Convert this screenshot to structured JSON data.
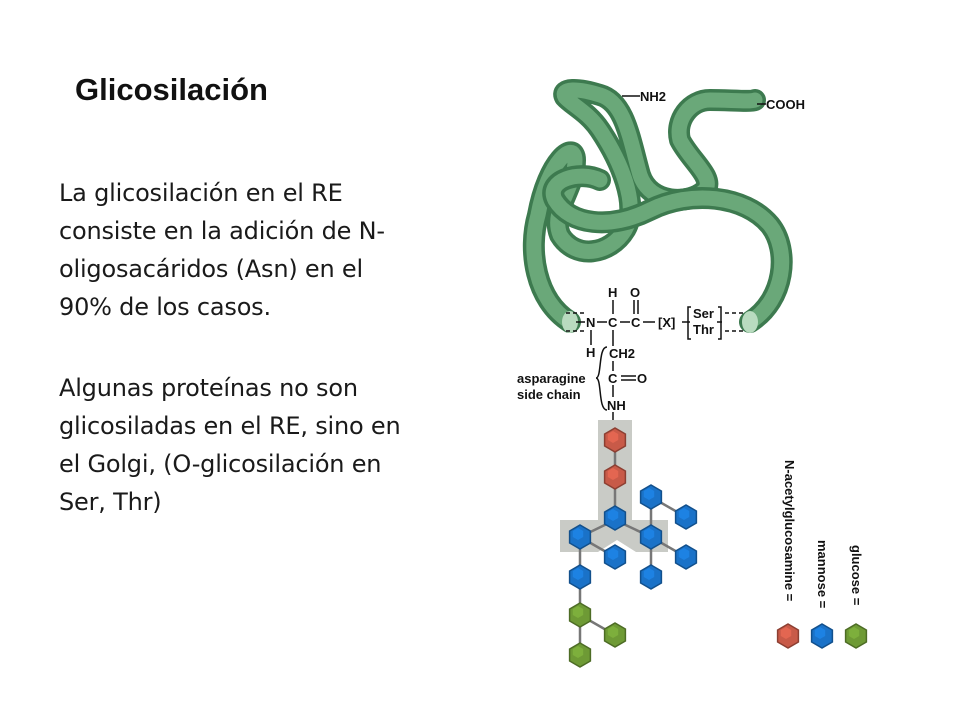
{
  "slide": {
    "title": "Glicosilación",
    "paragraphs": [
      [
        "La glicosilación en el RE",
        "consiste en la adición de N-",
        "oligosacáridos (Asn) en el",
        "90% de los casos."
      ],
      [
        "Algunas proteínas no son",
        "glicosiladas en el RE, sino en",
        "el Golgi, (O-glicosilación  en",
        "Ser, Thr)"
      ]
    ]
  },
  "diagram": {
    "n_terminus": "NH2",
    "c_terminus": "COOH",
    "backbone": {
      "n": "N",
      "c1": "C",
      "c2": "C",
      "h_top": "H",
      "h_bottom": "H",
      "o": "O",
      "x": "[X]",
      "ser": "Ser",
      "thr": "Thr"
    },
    "side_chain": {
      "ch2": "CH2",
      "c": "C",
      "o": "O",
      "nh": "NH"
    },
    "side_chain_label": [
      "asparagine",
      "side chain"
    ],
    "legend": [
      {
        "label": "N-acetylglucosamine =",
        "color": "#c85a48"
      },
      {
        "label": "mannose =",
        "color": "#1a72c8"
      },
      {
        "label": "glucose =",
        "color": "#6e9a35"
      }
    ],
    "colors": {
      "protein": "#5e9c6c",
      "nag": "#c85a48",
      "mannose": "#1a72c8",
      "glucose": "#6e9a35",
      "core_highlight": "#c9cbc6"
    }
  }
}
